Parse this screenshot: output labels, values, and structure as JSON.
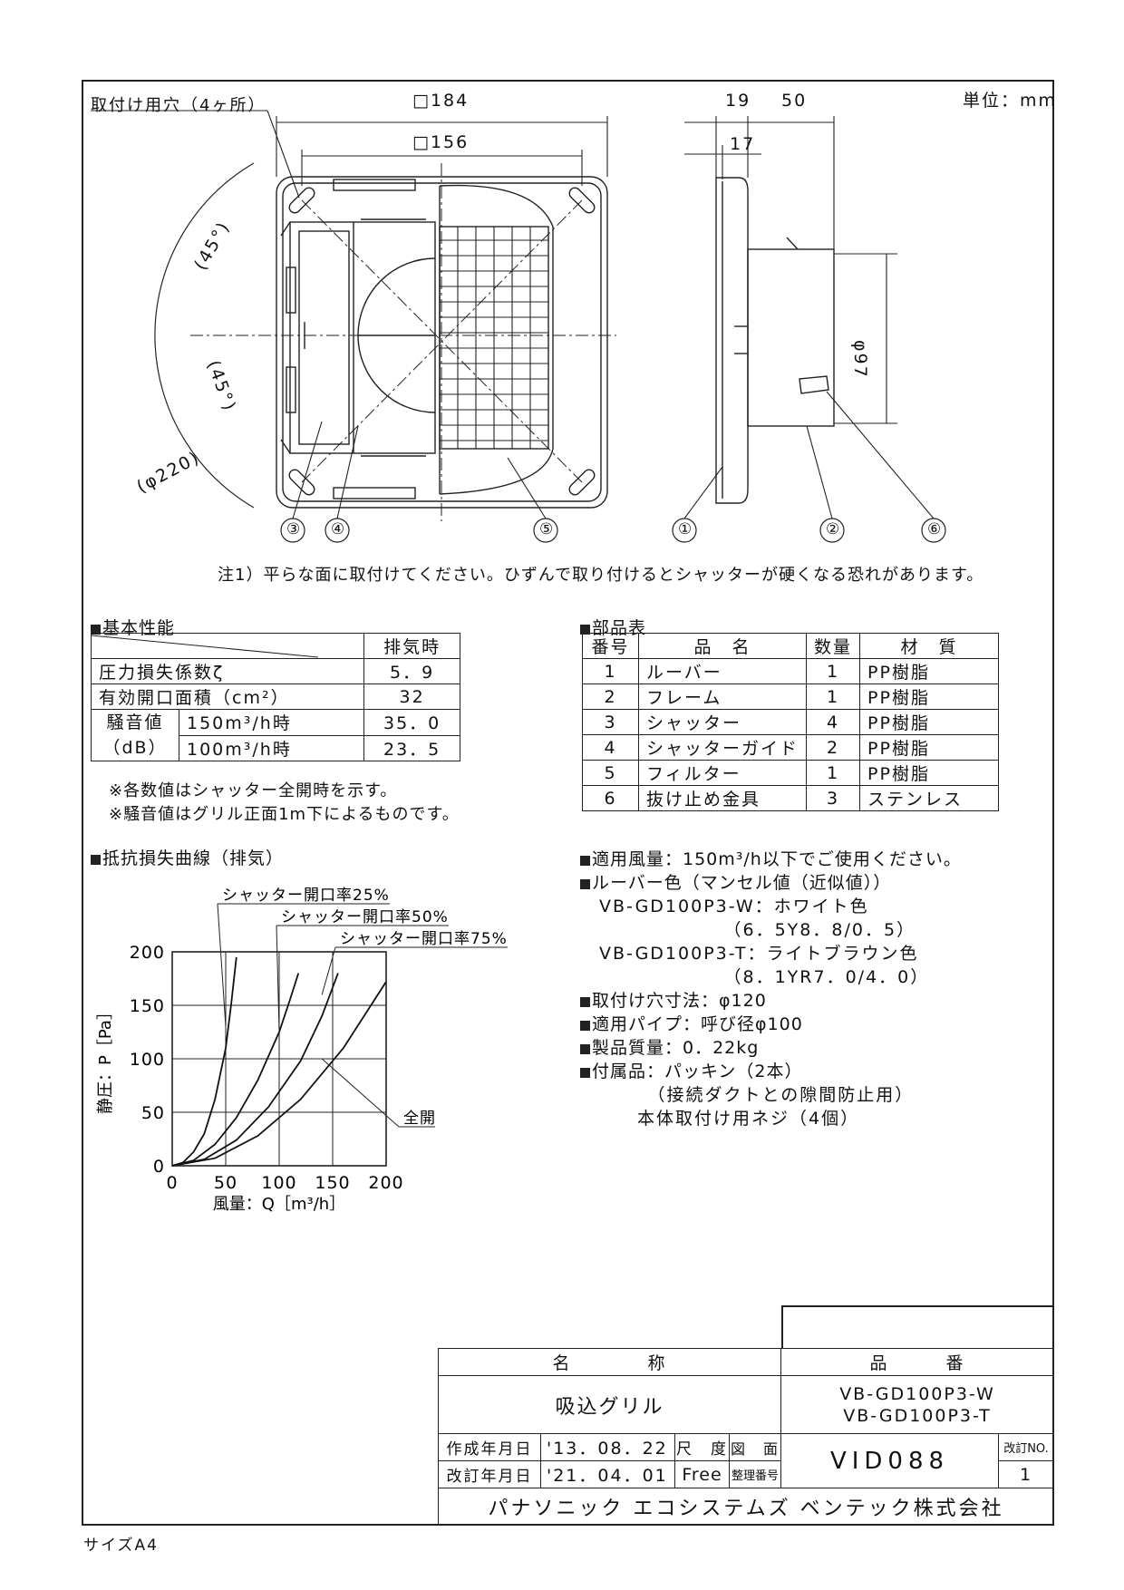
{
  "unit_label": "単位：mm",
  "size_label": "サイズA4",
  "drawing": {
    "mount_hole_label": "取付け用穴（4ヶ所）",
    "dim_184": "□184",
    "dim_156": "□156",
    "dim_19": "19",
    "dim_50": "50",
    "dim_17": "17",
    "dim_97": "φ97",
    "angle_upper": "(45°)",
    "angle_lower": "(45°)",
    "pcd": "(φ220)",
    "callouts": [
      "③",
      "④",
      "⑤",
      "①",
      "②",
      "⑥"
    ],
    "note": "注1）平らな面に取付けてください。ひずんで取り付けるとシャッターが硬くなる恐れがあります。"
  },
  "performance": {
    "heading": "基本性能",
    "col_header": "排気時",
    "rows": [
      {
        "label": "圧力損失係数ζ",
        "value": "5．9"
      },
      {
        "label": "有効開口面積（cm²）",
        "value": "32"
      }
    ],
    "noise_label_1": "騒音値",
    "noise_label_2": "（dB）",
    "noise_rows": [
      {
        "label": "150m³/h時",
        "value": "35．0"
      },
      {
        "label": "100m³/h時",
        "value": "23．5"
      }
    ],
    "notes": [
      "※各数値はシャッター全開時を示す。",
      "※騒音値はグリル正面1m下によるものです。"
    ]
  },
  "parts": {
    "heading": "部品表",
    "headers": [
      "番号",
      "品　名",
      "数量",
      "材　質"
    ],
    "rows": [
      [
        "1",
        "ルーバー",
        "1",
        "PP樹脂"
      ],
      [
        "2",
        "フレーム",
        "1",
        "PP樹脂"
      ],
      [
        "3",
        "シャッター",
        "4",
        "PP樹脂"
      ],
      [
        "4",
        "シャッターガイド",
        "2",
        "PP樹脂"
      ],
      [
        "5",
        "フィルター",
        "1",
        "PP樹脂"
      ],
      [
        "6",
        "抜け止め金具",
        "3",
        "ステンレス"
      ]
    ]
  },
  "chart_title": "抵抗損失曲線（排気）",
  "chart_data": {
    "type": "line",
    "title": "抵抗損失曲線（排気）",
    "xlabel": "風量：Q［m³/h］",
    "ylabel": "静圧：P［Pa］",
    "xlim": [
      0,
      200
    ],
    "ylim": [
      0,
      200
    ],
    "xticks": [
      "0",
      "50",
      "100",
      "150",
      "200"
    ],
    "yticks": [
      "0",
      "50",
      "100",
      "150",
      "200"
    ],
    "grid": true,
    "series": [
      {
        "name": "シャッター開口率25%",
        "x": [
          0,
          10,
          20,
          30,
          40,
          50,
          55,
          60
        ],
        "y": [
          0,
          3,
          13,
          30,
          62,
          110,
          150,
          195
        ]
      },
      {
        "name": "シャッター開口率50%",
        "x": [
          0,
          20,
          40,
          60,
          80,
          100,
          110,
          118
        ],
        "y": [
          0,
          5,
          20,
          45,
          80,
          125,
          155,
          180
        ]
      },
      {
        "name": "シャッター開口率75%",
        "x": [
          0,
          30,
          60,
          90,
          120,
          140,
          155
        ],
        "y": [
          0,
          6,
          24,
          55,
          98,
          140,
          180
        ]
      },
      {
        "name": "全開",
        "x": [
          0,
          40,
          80,
          120,
          160,
          200
        ],
        "y": [
          0,
          7,
          28,
          62,
          110,
          172
        ]
      }
    ]
  },
  "specs": [
    "適用風量：150m³/h以下でご使用ください。",
    "ルーバー色（マンセル値（近似値））",
    "　VB-GD100P3-W：ホワイト色",
    "　　　　　　　　（6．5Y8．8/0．5）",
    "　VB-GD100P3-T：ライトブラウン色",
    "　　　　　　　　（8．1YR7．0/4．0）",
    "取付け穴寸法：φ120",
    "適用パイプ：呼び径φ100",
    "製品質量：0．22kg",
    "付属品：パッキン（2本）",
    "　　　　（接続ダクトとの隙間防止用）",
    "　　　本体取付け用ネジ（4個）"
  ],
  "title_block": {
    "name_header": "名　　　　称",
    "part_header": "品　　　番",
    "name": "吸込グリル",
    "part_no_1": "VB-GD100P3-W",
    "part_no_2": "VB-GD100P3-T",
    "created_label": "作成年月日",
    "created": "'13．08．22",
    "revised_label": "改訂年月日",
    "revised": "'21．04．01",
    "scale_label": "尺　度",
    "scale": "Free",
    "drawing_label_1": "図　面",
    "drawing_label_2": "整理番号",
    "drawing_no": "VID088",
    "rev_label": "改訂NO.",
    "rev_no": "1",
    "company": "パナソニック エコシステムズ ベンテック株式会社"
  }
}
